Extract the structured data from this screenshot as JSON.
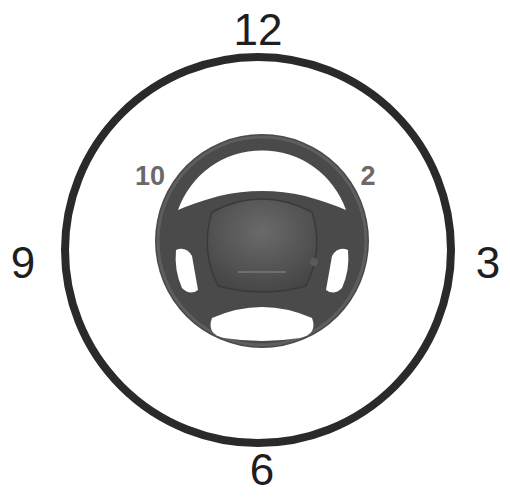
{
  "diagram": {
    "labels": [
      "12",
      "10",
      "2",
      "9",
      "3",
      "6"
    ]
  }
}
